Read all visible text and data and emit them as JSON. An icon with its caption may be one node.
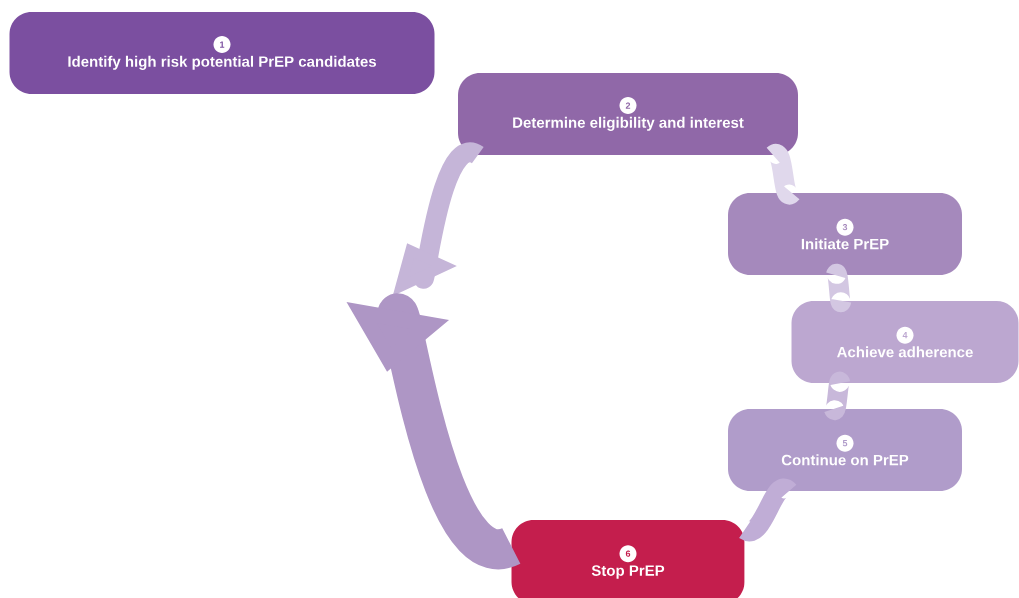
{
  "diagram": {
    "nodes": [
      {
        "text": [
          "1",
          "Identify high risk potential PrEP candidates"
        ]
      },
      {
        "text": [
          "2",
          "Determine eligibility and interest"
        ]
      },
      {
        "text": [
          "3",
          "Initiate PrEP"
        ]
      },
      {
        "text": [
          "4",
          "Achieve adherence"
        ]
      },
      {
        "text": [
          "5",
          "Continue on PrEP"
        ]
      },
      {
        "text": [
          "6",
          "Stop PrEP"
        ]
      }
    ],
    "edges": [
      {
        "from": 1,
        "to": null,
        "arrow": "to",
        "color": "#c5b5d8"
      },
      {
        "from": 1,
        "to": 2,
        "arrow": "none",
        "color": "#e0d8ec"
      },
      {
        "from": 2,
        "to": 3,
        "arrow": "none",
        "color": "#d3c7e2"
      },
      {
        "from": 3,
        "to": 4,
        "arrow": "none",
        "color": "#c8b8da"
      },
      {
        "from": 4,
        "to": 5,
        "arrow": "none",
        "color": "#c0add6"
      },
      {
        "from": 5,
        "to": null,
        "arrow": "to",
        "style": "thick",
        "color": "#ae96c5"
      }
    ]
  }
}
